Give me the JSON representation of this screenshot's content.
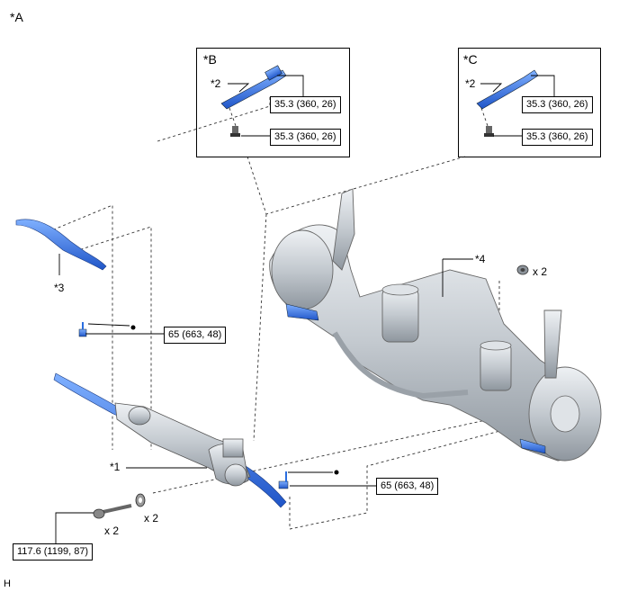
{
  "figure": {
    "view_label": "*A",
    "corner_code": "H",
    "insets": [
      {
        "label": "*B",
        "part_label": "*2",
        "torque_top": "35.3 (360, 26)",
        "torque_bottom": "35.3 (360, 26)"
      },
      {
        "label": "*C",
        "part_label": "*2",
        "torque_top": "35.3 (360, 26)",
        "torque_bottom": "35.3 (360, 26)"
      }
    ],
    "callouts": {
      "steering_rack": "*1",
      "tie_rod_cover": "*3",
      "crossmember": "*4",
      "nut_qty": "x 2",
      "bolt_qty": "x 2",
      "washer_qty": "x 2"
    },
    "torques": {
      "tie_rod_nut_left": "65 (663, 48)",
      "tie_rod_nut_right": "65 (663, 48)",
      "rack_bolt": "117.6 (1199, 87)"
    },
    "colors": {
      "highlight": "#2a6ee0",
      "part_gray": "#c9ced4",
      "line": "#000000"
    }
  }
}
